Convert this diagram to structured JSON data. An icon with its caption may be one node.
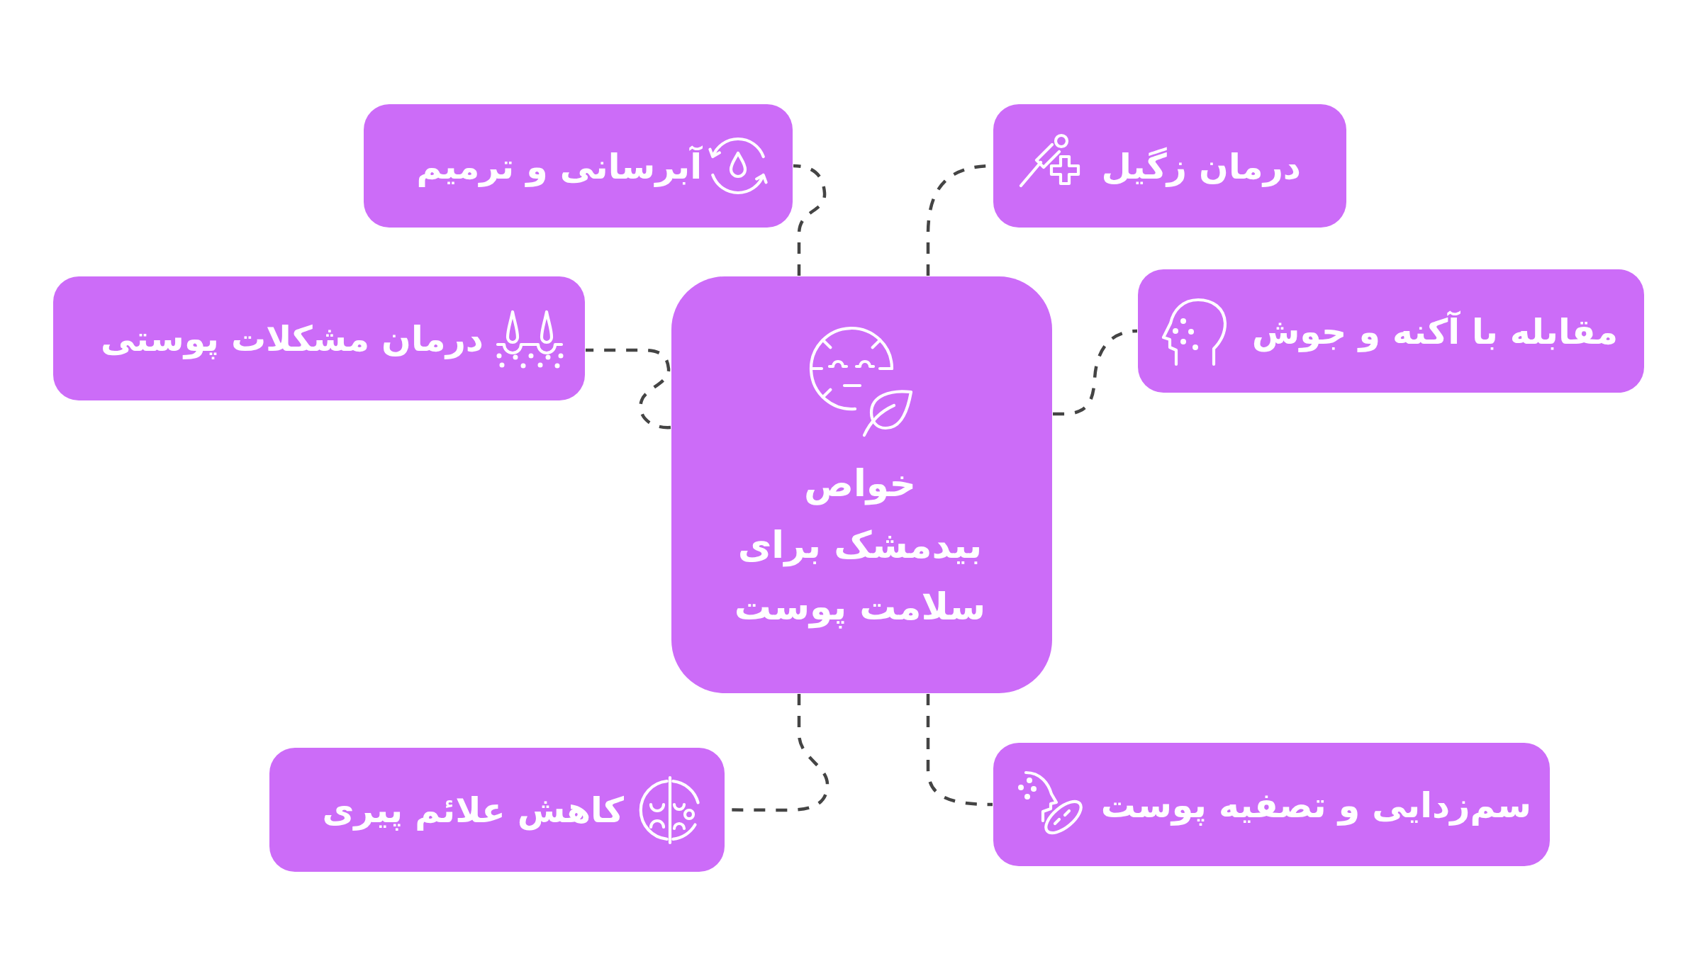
{
  "diagram": {
    "nodes": [
      {
        "text": [
          "خواص بیدمشک برای سلامت پوست"
        ]
      },
      {
        "text": [
          "آبرسانی و ترمیم"
        ]
      },
      {
        "text": [
          "درمان زگیل"
        ]
      },
      {
        "text": [
          "درمان مشکلات پوستی"
        ]
      },
      {
        "text": [
          "مقابله با آکنه و جوش"
        ]
      },
      {
        "text": [
          "کاهش علائم پیری"
        ]
      },
      {
        "text": [
          "سم‌زدایی و تصفیه پوست"
        ]
      }
    ],
    "edges": [
      {
        "from": 0,
        "to": 1,
        "arrow": "none",
        "style": "dashed"
      },
      {
        "from": 0,
        "to": 2,
        "arrow": "none",
        "style": "dashed"
      },
      {
        "from": 0,
        "to": 3,
        "arrow": "none",
        "style": "dashed"
      },
      {
        "from": 0,
        "to": 4,
        "arrow": "none",
        "style": "dashed"
      },
      {
        "from": 0,
        "to": 5,
        "arrow": "none",
        "style": "dashed"
      },
      {
        "from": 0,
        "to": 6,
        "arrow": "none",
        "style": "dashed"
      }
    ]
  }
}
